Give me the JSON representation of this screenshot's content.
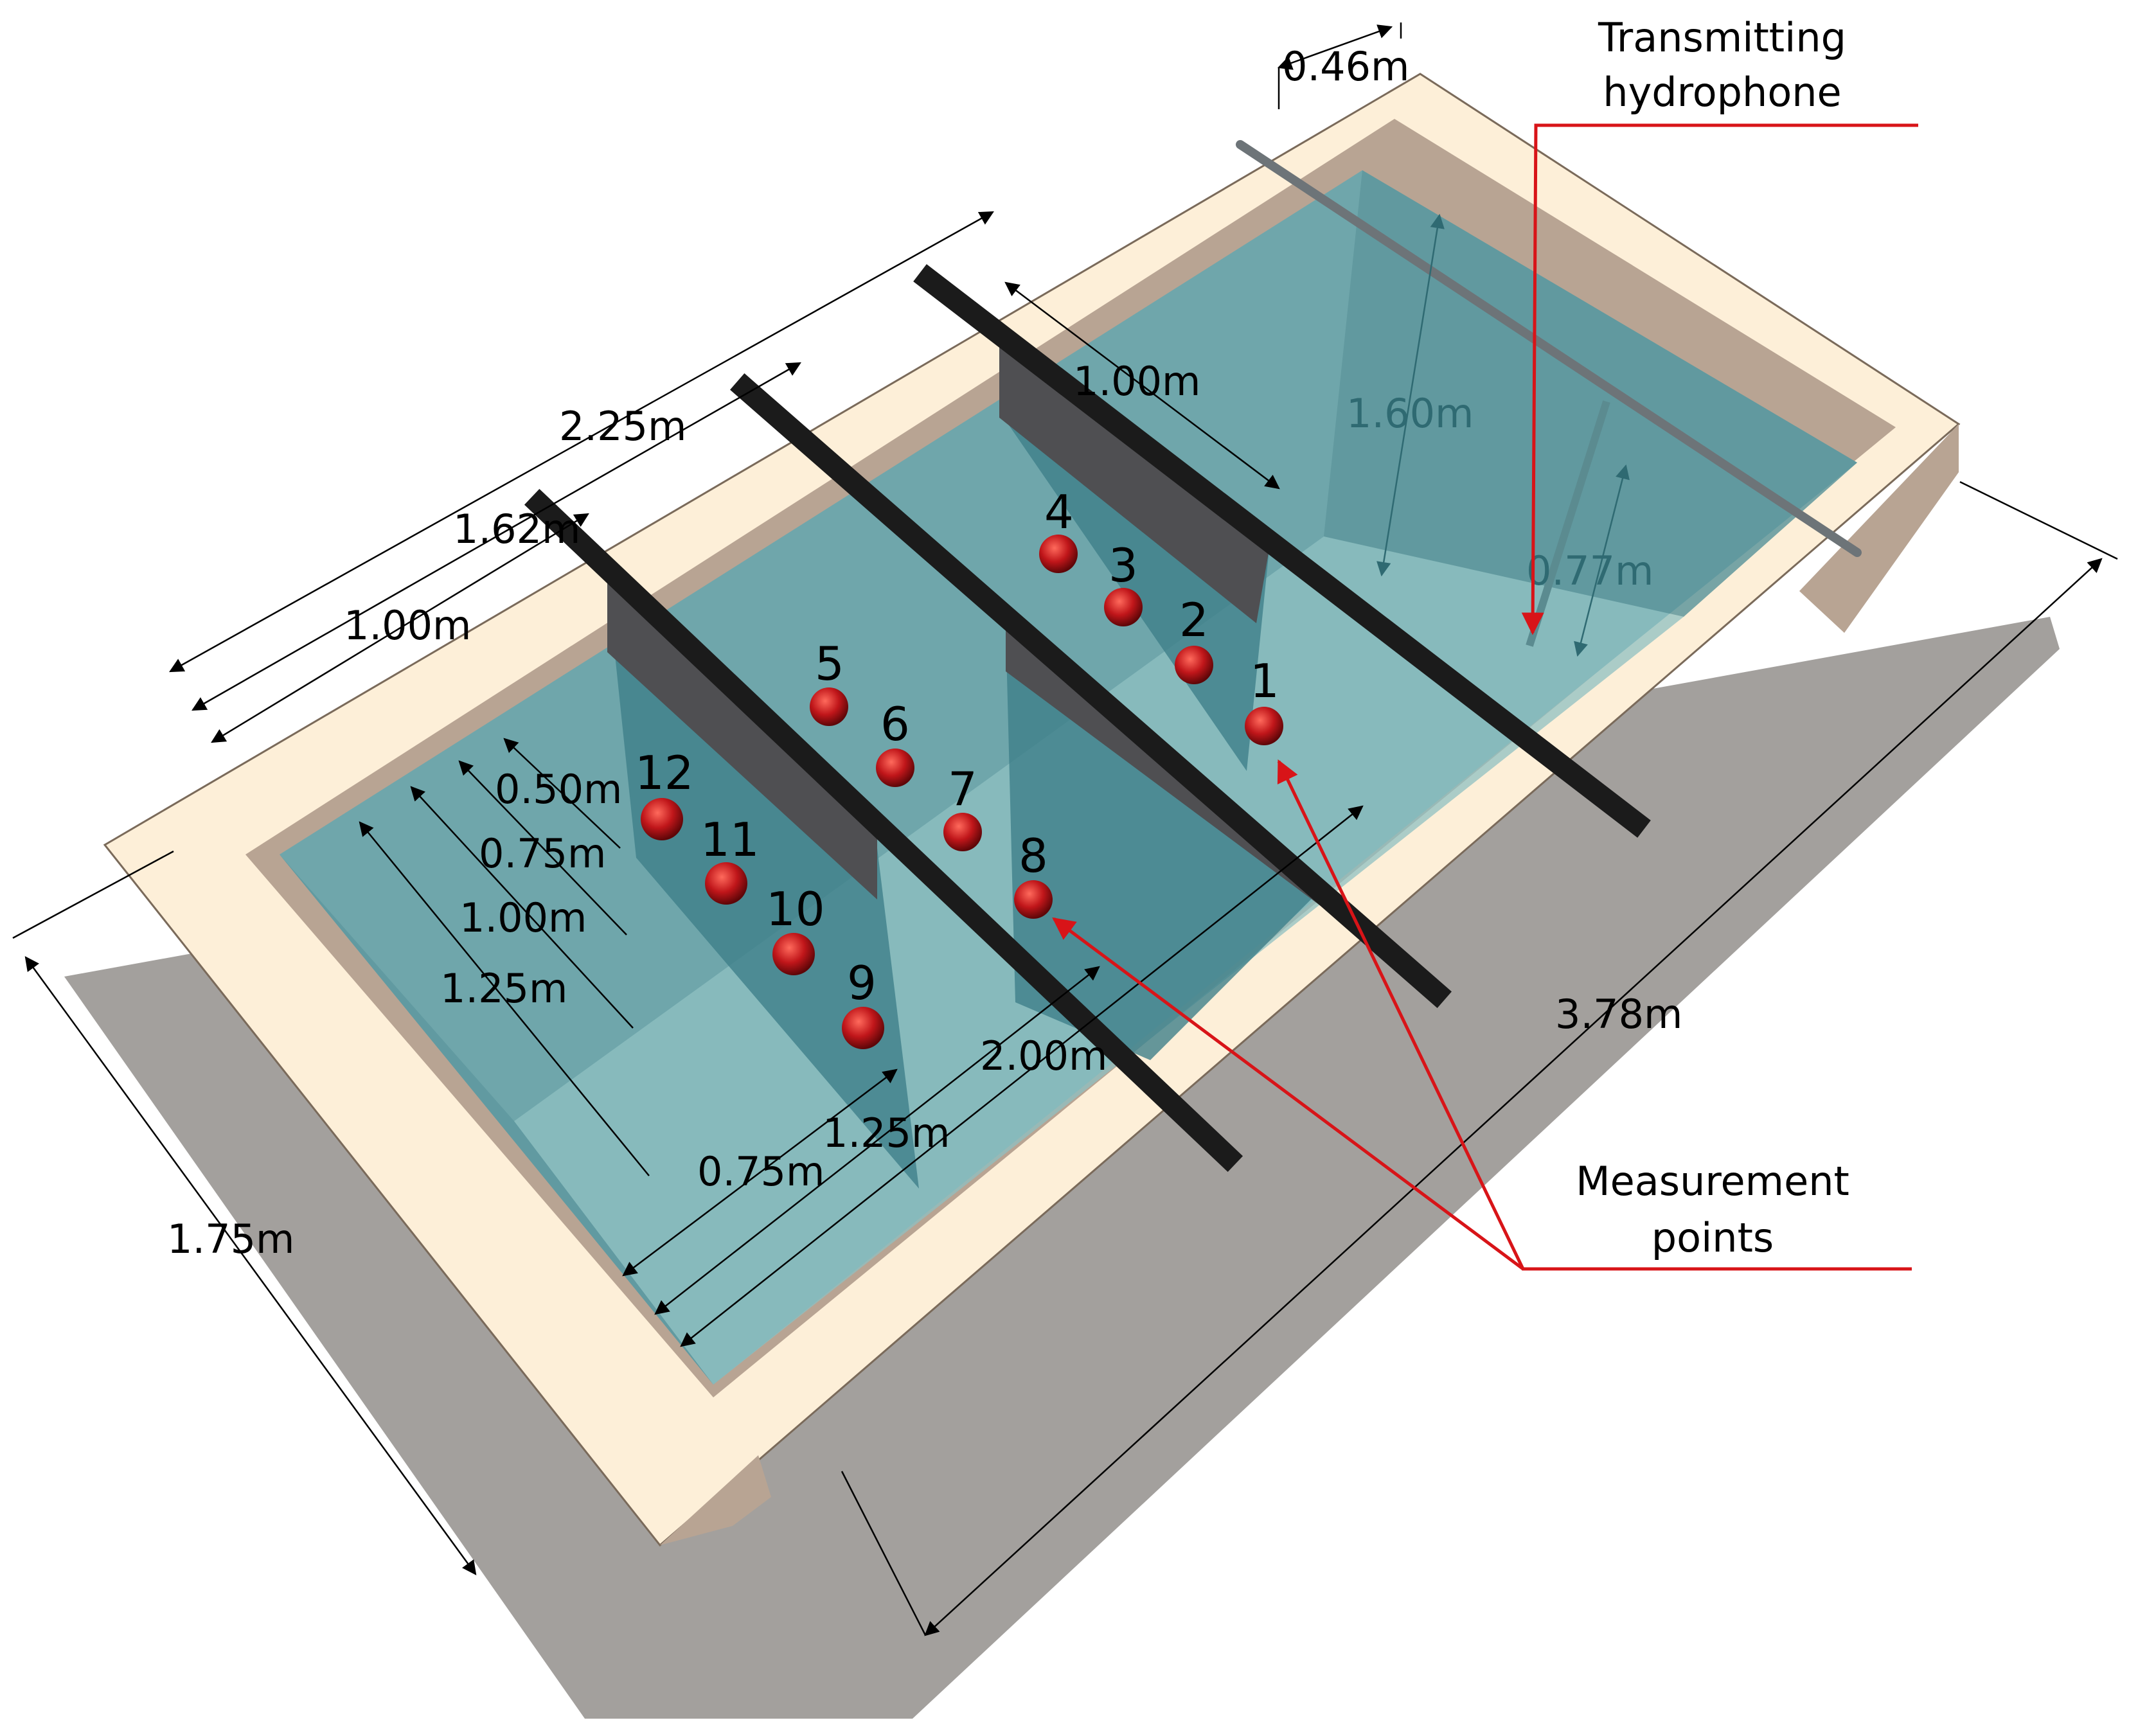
{
  "colors": {
    "water": "#6fa6ab",
    "water_deep": "#4f8c95",
    "rim": "#fdefd8",
    "rim_inner": "#b8a493",
    "ground": "#a3a09d",
    "beam": "#1b1b1b",
    "panel": "#4f4f52",
    "marker": "#c0161a",
    "callout": "#d81418"
  },
  "labels": {
    "transmitting": [
      "Transmitting",
      "hydrophone"
    ],
    "measurement": [
      "Measurement",
      "points"
    ]
  },
  "dimensions": {
    "d046": "0.46m",
    "d225": "2.25m",
    "d162": "1.62m",
    "d100a": "1.00m",
    "d100b": "1.00m",
    "d160": "1.60m",
    "d077": "0.77m",
    "d378": "3.78m",
    "d175": "1.75m",
    "d050": "0.50m",
    "d075a": "0.75m",
    "d100c": "1.00m",
    "d125a": "1.25m",
    "d200": "2.00m",
    "d125b": "1.25m",
    "d075b": "0.75m"
  },
  "points": [
    "1",
    "2",
    "3",
    "4",
    "5",
    "6",
    "7",
    "8",
    "9",
    "10",
    "11",
    "12"
  ]
}
